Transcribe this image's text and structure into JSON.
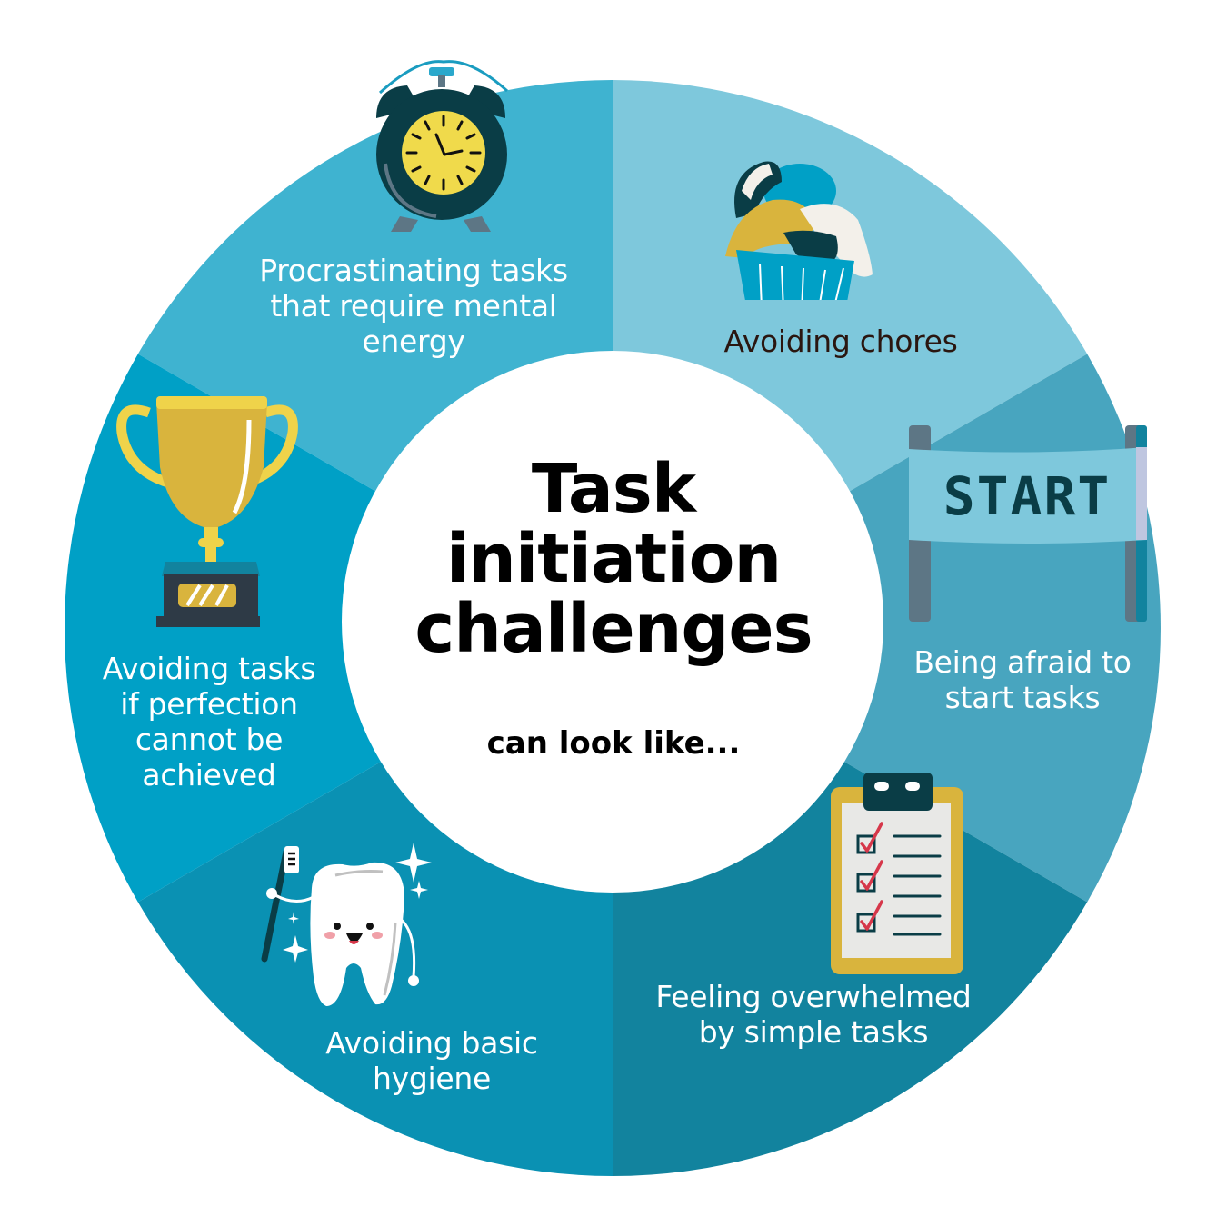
{
  "title": {
    "main": "Task\ninitiation\nchallenges",
    "subtitle": "can look like..."
  },
  "colors": {
    "procrastinating": "#3FB3D0",
    "chores": "#7EC8DC",
    "start": "#48A5BF",
    "overwhelmed": "#12839E",
    "hygiene": "#0A91B3",
    "perfection": "#00A0C6",
    "center": "#FFFFFF",
    "label_light": "#FFFFFF",
    "label_dark": "#2A1610"
  },
  "segments": [
    {
      "id": "procrastinating",
      "label": "Procrastinating tasks\nthat require mental\nenergy",
      "icon": "alarm-clock-icon"
    },
    {
      "id": "chores",
      "label": "Avoiding chores",
      "icon": "laundry-basket-icon"
    },
    {
      "id": "start",
      "label": "Being afraid to\nstart tasks",
      "icon": "start-banner-icon",
      "icon_text": "START"
    },
    {
      "id": "overwhelmed",
      "label": "Feeling overwhelmed\nby simple tasks",
      "icon": "checklist-clipboard-icon"
    },
    {
      "id": "hygiene",
      "label": "Avoiding basic\nhygiene",
      "icon": "tooth-toothbrush-icon"
    },
    {
      "id": "perfection",
      "label": "Avoiding tasks\nif perfection\ncannot be\nachieved",
      "icon": "trophy-icon"
    }
  ]
}
